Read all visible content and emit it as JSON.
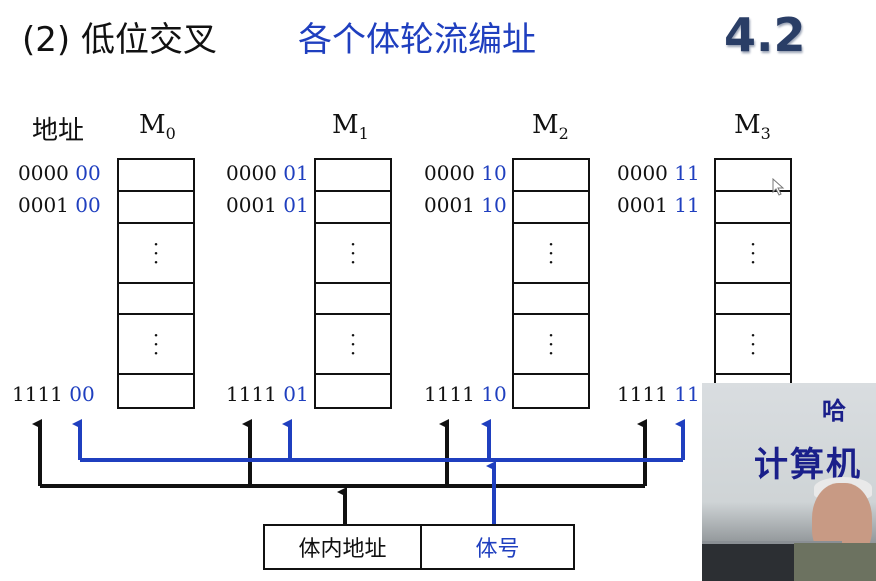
{
  "title": {
    "left": "(2) 低位交叉",
    "center": "各个体轮流编址",
    "section": "4.2"
  },
  "address_header": "地址",
  "modules": [
    {
      "name": "M",
      "sub": "0",
      "addresses": [
        {
          "high": "0000",
          "low": "00"
        },
        {
          "high": "0001",
          "low": "00"
        },
        {
          "high": "1111",
          "low": "00"
        }
      ]
    },
    {
      "name": "M",
      "sub": "1",
      "addresses": [
        {
          "high": "0000",
          "low": "01"
        },
        {
          "high": "0001",
          "low": "01"
        },
        {
          "high": "1111",
          "low": "01"
        }
      ]
    },
    {
      "name": "M",
      "sub": "2",
      "addresses": [
        {
          "high": "0000",
          "low": "10"
        },
        {
          "high": "0001",
          "low": "10"
        },
        {
          "high": "1111",
          "low": "10"
        }
      ]
    },
    {
      "name": "M",
      "sub": "3",
      "addresses": [
        {
          "high": "0000",
          "low": "11"
        },
        {
          "high": "0001",
          "low": "11"
        },
        {
          "high": "1111",
          "low": "11"
        }
      ]
    }
  ],
  "register": {
    "inner_address": "体内地址",
    "bank_number": "体号"
  },
  "webcam": {
    "sign_line1": "哈",
    "sign_line2": "计算机"
  },
  "colors": {
    "accent_blue": "#1f3fbf",
    "section_number": "#2a3e66",
    "line_black": "#111111"
  }
}
